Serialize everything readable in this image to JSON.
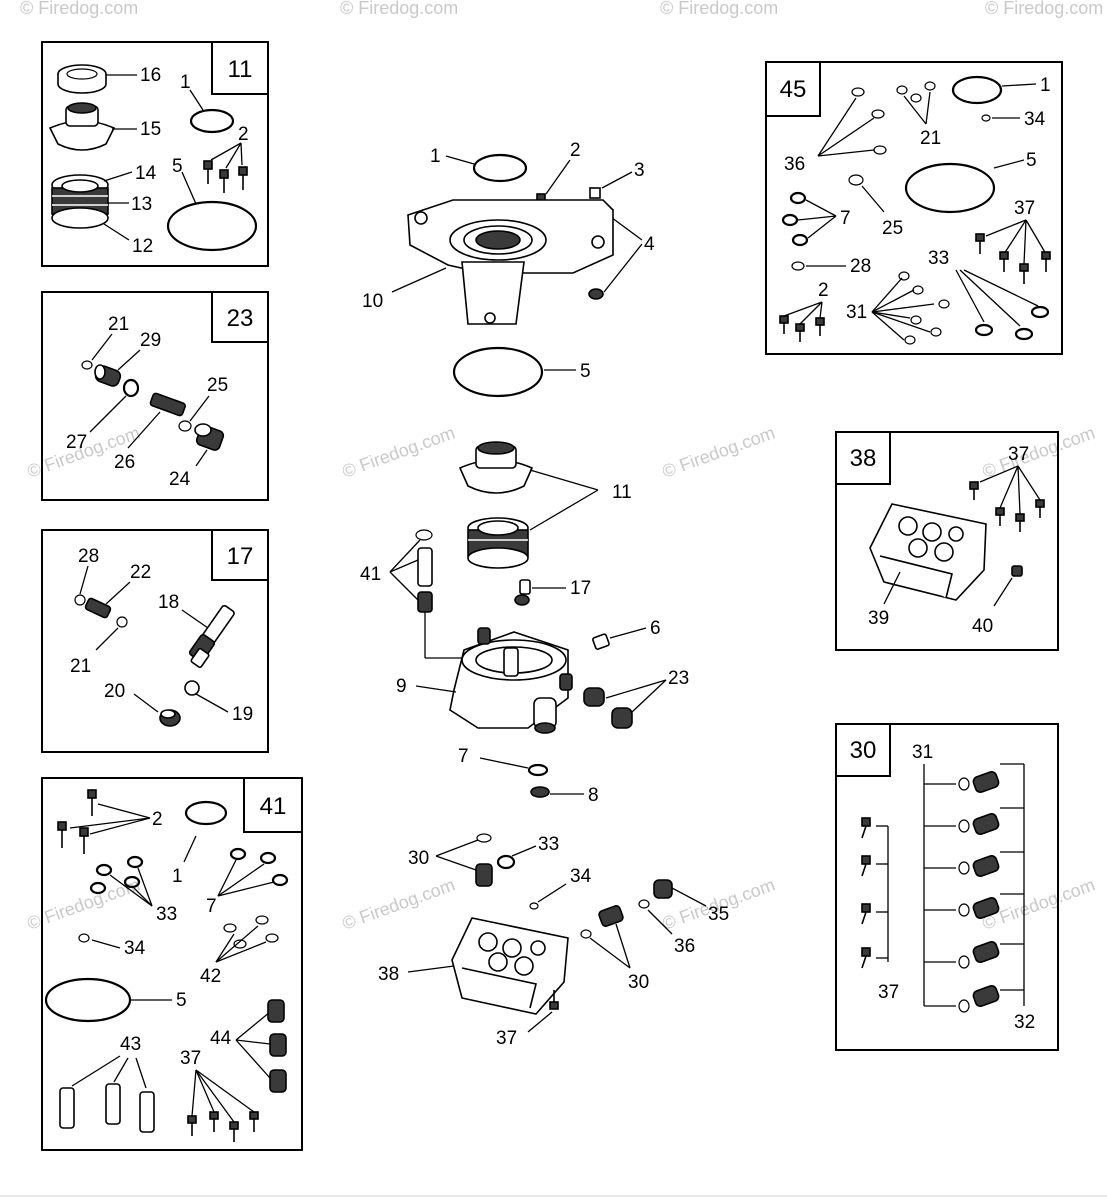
{
  "watermark": "© Firedog.com",
  "boxes": {
    "b11": "11",
    "b23": "23",
    "b17": "17",
    "b41": "41",
    "b45": "45",
    "b38": "38",
    "b30": "30"
  },
  "callouts": {
    "k11_16": "16",
    "k11_15": "15",
    "k11_14": "14",
    "k11_13": "13",
    "k11_12": "12",
    "k11_1": "1",
    "k11_2": "2",
    "k11_5": "5",
    "k23_21": "21",
    "k23_29": "29",
    "k23_25": "25",
    "k23_27": "27",
    "k23_26": "26",
    "k23_24": "24",
    "k17_28": "28",
    "k17_22": "22",
    "k17_18": "18",
    "k17_21": "21",
    "k17_20": "20",
    "k17_19": "19",
    "k41_2": "2",
    "k41_1": "1",
    "k41_33": "33",
    "k41_7": "7",
    "k41_34": "34",
    "k41_42": "42",
    "k41_5": "5",
    "k41_43": "43",
    "k41_44": "44",
    "k41_37": "37",
    "c1": "1",
    "c2": "2",
    "c3": "3",
    "c4": "4",
    "c10": "10",
    "c5": "5",
    "c11": "11",
    "c41": "41",
    "c17": "17",
    "c6": "6",
    "c9": "9",
    "c23": "23",
    "c7": "7",
    "c8": "8",
    "c30a": "30",
    "c33": "33",
    "c34": "34",
    "c35": "35",
    "c36": "36",
    "c30b": "30",
    "c38": "38",
    "c37": "37",
    "k45_1": "1",
    "k45_21": "21",
    "k45_34": "34",
    "k45_36": "36",
    "k45_5": "5",
    "k45_7": "7",
    "k45_25": "25",
    "k45_37": "37",
    "k45_28": "28",
    "k45_33": "33",
    "k45_2": "2",
    "k45_31": "31",
    "k38_37": "37",
    "k38_39": "39",
    "k38_40": "40",
    "k30_31": "31",
    "k30_37": "37",
    "k30_32": "32"
  }
}
